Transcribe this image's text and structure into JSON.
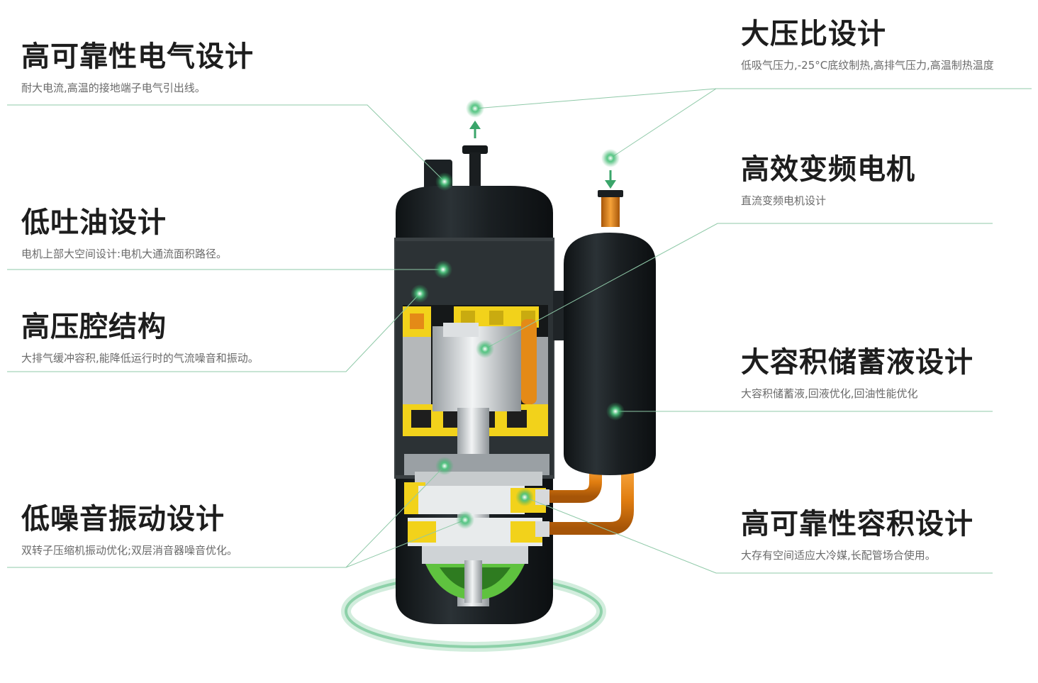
{
  "features": {
    "reliable_electrical": {
      "title": "高可靠性电气设计",
      "desc": "耐大电流,高温的接地端子电气引出线。"
    },
    "low_oil_discharge": {
      "title": "低吐油设计",
      "desc": "电机上部大空间设计:电机大通流面积路径。"
    },
    "high_pressure_chamber": {
      "title": "高压腔结构",
      "desc": "大排气缓冲容积,能降低运行时的气流噪音和振动。"
    },
    "low_noise_vibration": {
      "title": "低噪音振动设计",
      "desc": "双转子压缩机振动优化;双层消音器噪音优化。"
    },
    "high_compression_ratio": {
      "title": "大压比设计",
      "desc": "低吸气压力,-25°C底纹制热,高排气压力,高温制热温度"
    },
    "efficient_inverter_motor": {
      "title": "高效变频电机",
      "desc": "直流变频电机设计"
    },
    "large_accumulator": {
      "title": "大容积储蓄液设计",
      "desc": "大容积储蓄液,回液优化,回油性能优化"
    },
    "reliable_volume": {
      "title": "高可靠性容积设计",
      "desc": "大存有空间适应大冷媒,长配管场合使用。"
    }
  },
  "colors": {
    "shell": "#1b2023",
    "shell_band": "#2a3033",
    "yellow": "#f2d21b",
    "orange": "#e48a17",
    "copper": "#e07d10",
    "steel": "#cfd3d6",
    "green_glow": "#39b36a",
    "leader_line": "#8fc9a8",
    "arrow": "#3aa56a"
  }
}
